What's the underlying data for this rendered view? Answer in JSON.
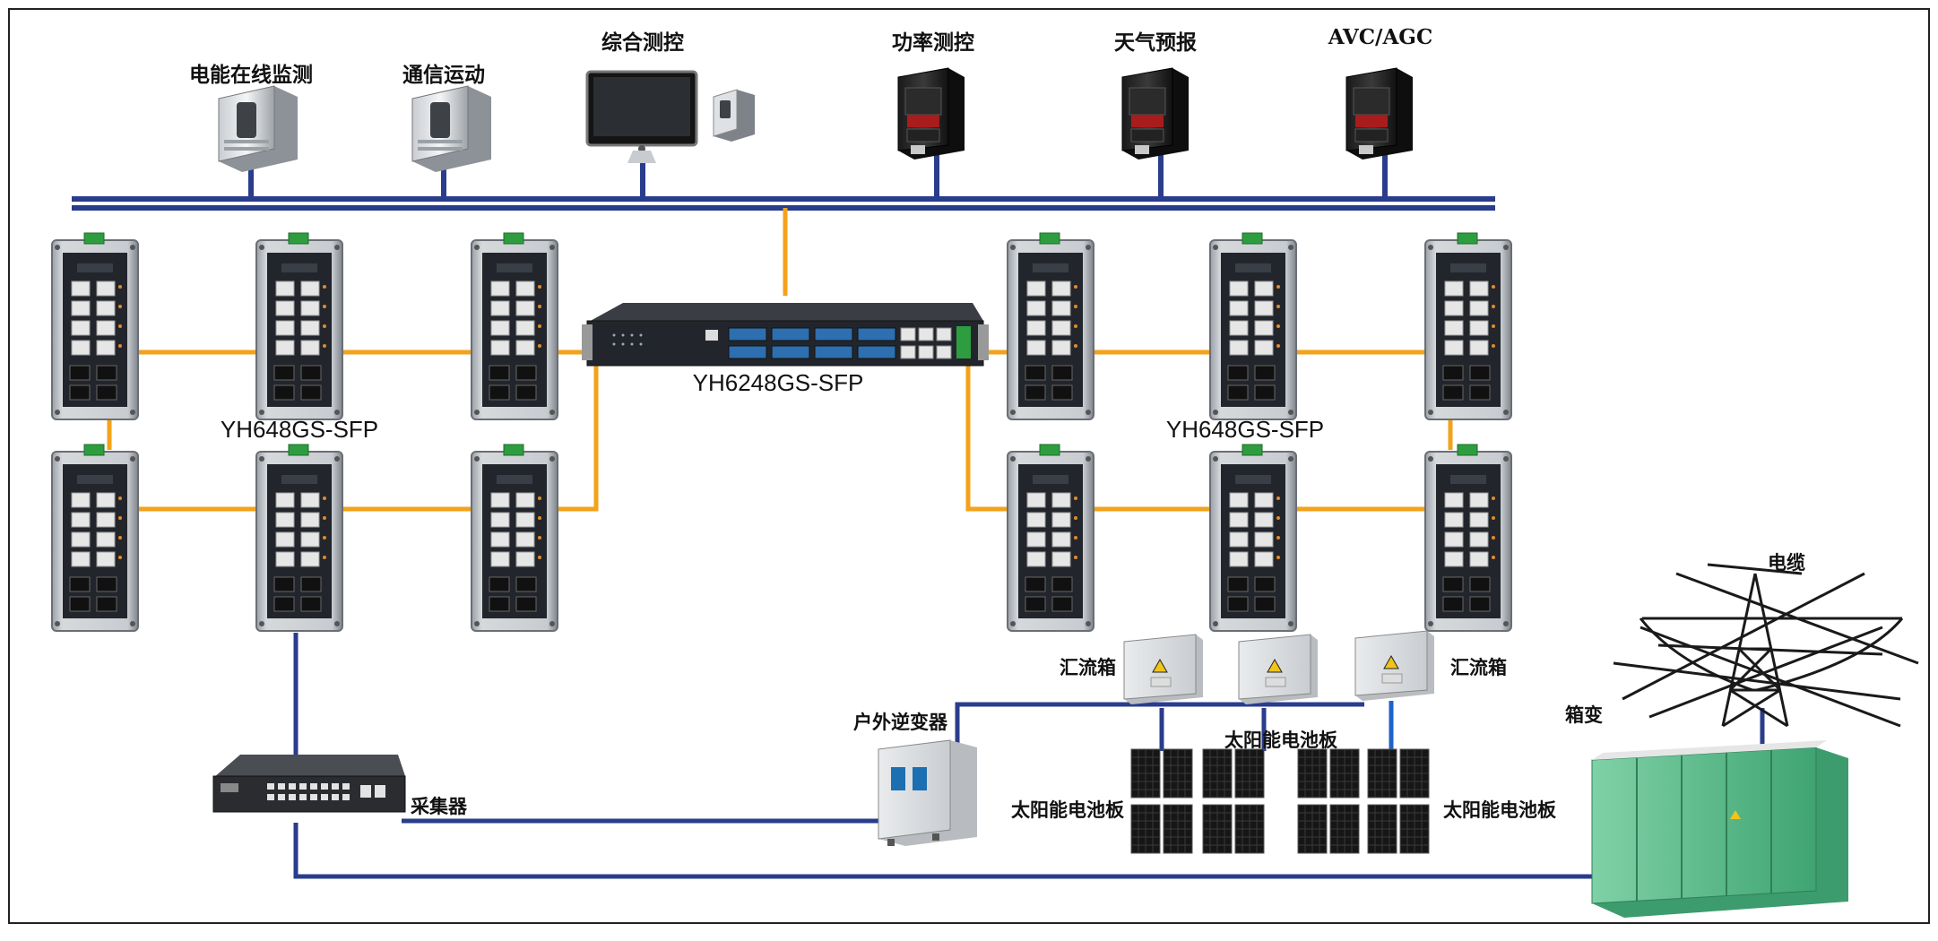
{
  "top_labels": {
    "energy_monitor": "电能在线监测",
    "comm_motion": "通信运动",
    "integrated": "综合测控",
    "power_control": "功率测控",
    "weather": "天气预报",
    "avc_agc": "AVC/AGC"
  },
  "switch_labels": {
    "core": "YH6248GS-SFP",
    "left_group": "YH648GS-SFP",
    "right_group": "YH648GS-SFP"
  },
  "field_labels": {
    "collector": "采集器",
    "inverter": "户外逆变器",
    "combiner_left": "汇流箱",
    "combiner_right": "汇流箱",
    "solar_top": "太阳能电池板",
    "solar_left": "太阳能电池板",
    "solar_right": "太阳能电池板",
    "box_transformer": "箱变",
    "cable": "电缆"
  },
  "colors": {
    "bus_line": "#2a3c8c",
    "fiber_line": "#f3a21a",
    "transformer": "#55b987",
    "switch_body": "#2b2f36"
  }
}
